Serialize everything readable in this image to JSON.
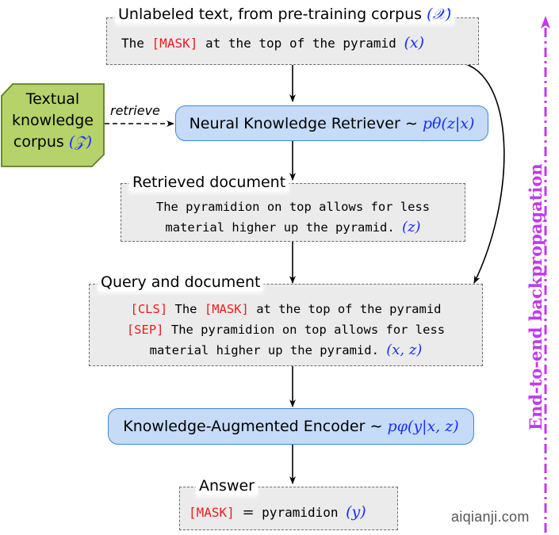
{
  "diagram": {
    "title": "REALM pre-training pipeline",
    "nodes": {
      "input": {
        "label": "Unlabeled text, from pre-training corpus",
        "label_math": "(𝒳)",
        "text_prefix": "The",
        "text_mask": "[MASK]",
        "text_suffix": "at the top of the pyramid",
        "math": "(x)"
      },
      "corpus": {
        "line1": "Textual",
        "line2": "knowledge",
        "line3": "corpus",
        "math": "(𝒵)",
        "fill_color": "#b5d26b",
        "border_color": "#5f7f24"
      },
      "retriever": {
        "label": "Neural Knowledge Retriever ∼",
        "math": "pθ(z|x)"
      },
      "retrieved_doc": {
        "label": "Retrieved document",
        "line1": "The pyramidion on top allows for less",
        "line2": "material higher up the pyramid.",
        "math": "(z)"
      },
      "query_doc": {
        "label": "Query and document",
        "line1_cls": "[CLS]",
        "line1_a": "The",
        "line1_mask": "[MASK]",
        "line1_b": "at the top of the pyramid",
        "line2_sep": "[SEP]",
        "line2_text": "The pyramidion on top allows for less",
        "line3": "material higher up the pyramid.",
        "math": "(x, z)"
      },
      "encoder": {
        "label": "Knowledge-Augmented Encoder ∼",
        "math": "pφ(y|x, z)"
      },
      "answer": {
        "label": "Answer",
        "mask": "[MASK]",
        "equals": "=",
        "value": "pyramidion",
        "math": "(y)"
      }
    },
    "edges": {
      "retrieve_label": "retrieve"
    },
    "backprop": {
      "label": "End-to-end backpropagation",
      "color": "#c03af0"
    },
    "colors": {
      "mask_token": "#ee1c1c",
      "math": "#1a2fff",
      "box_fill": "#c5dbf7",
      "box_border": "#3f86e0"
    }
  },
  "watermark": "aiqianji.com"
}
